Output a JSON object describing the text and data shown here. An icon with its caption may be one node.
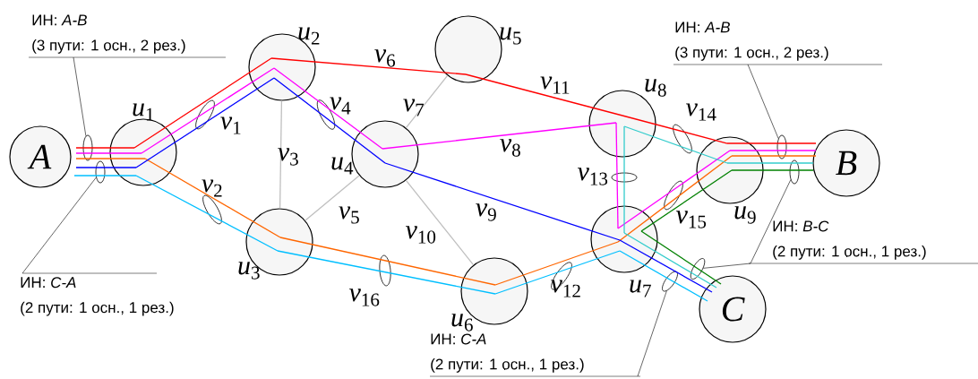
{
  "diagram": {
    "nodes": [
      {
        "text": [
          "ИН: *A-B*",
          "(3 пути: 1 осн., 2 рез.)"
        ]
      },
      {
        "text": [
          "ИН: *C-A*",
          "(2 пути: 1 осн., 1 рез.)"
        ]
      },
      {
        "text": [
          "A"
        ]
      },
      {
        "text": [],
        "shape": "circle",
        "beside": [
          "*u*$_{1}$"
        ]
      },
      {
        "text": [],
        "shape": "circle",
        "beside": [
          "*u*$_{2}$"
        ]
      },
      {
        "text": [],
        "shape": "circle",
        "beside": [
          "*u*$_{3}$"
        ]
      },
      {
        "text": [],
        "shape": "circle",
        "beside": [
          "*u*$_{4}$"
        ]
      },
      {
        "text": [],
        "shape": "circle",
        "beside": [
          "*u*$_{5}$"
        ]
      },
      {
        "text": [],
        "shape": "circle",
        "beside": [
          "*u*$_{6}$"
        ]
      },
      {
        "text": [],
        "shape": "circle",
        "beside": [
          "*u*$_{7}$"
        ]
      },
      {
        "text": [],
        "shape": "circle",
        "beside": [
          "*u*$_{8}$"
        ]
      },
      {
        "text": [],
        "shape": "circle",
        "beside": [
          "*u*$_{9}$"
        ]
      },
      {
        "text": [
          "B"
        ]
      },
      {
        "text": [
          "C"
        ]
      },
      {
        "text": [
          "ИН: *A-B*",
          "(3 пути: 1 осн., 2 рез.)"
        ]
      },
      {
        "text": [
          "ИН: *B-C*",
          "(2 пути: 1 осн., 1 рез.)"
        ]
      },
      {
        "text": [
          "ИН: *C-A*",
          "(2 пути: 1 осн., 1 рез.)"
        ]
      },
      {
        "text": [],
        "shape": "ellipse"
      },
      {
        "text": [],
        "shape": "ellipse"
      },
      {
        "text": [],
        "shape": "ellipse"
      },
      {
        "text": [],
        "shape": "ellipse"
      },
      {
        "text": [],
        "shape": "ellipse"
      },
      {
        "text": [],
        "shape": "ellipse"
      }
    ],
    "edges": [
      {
        "from": 2,
        "to": 3,
        "arrow": "none",
        "color": "#ff0000"
      },
      {
        "from": 3,
        "to": 4,
        "arrow": "none",
        "color": "#ff0000",
        "label": "*v*$_{1}$"
      },
      {
        "from": 4,
        "to": 7,
        "arrow": "none",
        "color": "#ff0000",
        "label": "*v*$_{6}$"
      },
      {
        "from": 7,
        "to": 10,
        "arrow": "none",
        "color": "#ff0000",
        "label": "*v*$_{11}$"
      },
      {
        "from": 10,
        "to": 11,
        "arrow": "none",
        "color": "#ff0000"
      },
      {
        "from": 11,
        "to": 12,
        "arrow": "none",
        "color": "#ff0000"
      },
      {
        "from": 2,
        "to": 3,
        "arrow": "none",
        "color": "#ff00ff"
      },
      {
        "from": 3,
        "to": 4,
        "arrow": "none",
        "color": "#ff00ff"
      },
      {
        "from": 4,
        "to": 6,
        "arrow": "none",
        "color": "#ff00ff",
        "label": "*v*$_{4}$"
      },
      {
        "from": 6,
        "to": 10,
        "arrow": "none",
        "color": "#ff00ff",
        "label": "*v*$_{8}$"
      },
      {
        "from": 10,
        "to": 9,
        "arrow": "none",
        "color": "#ff00ff",
        "label": "*v*$_{13}$"
      },
      {
        "from": 9,
        "to": 11,
        "arrow": "none",
        "color": "#ff00ff",
        "label": "*v*$_{15}$"
      },
      {
        "from": 11,
        "to": 12,
        "arrow": "none",
        "color": "#ff00ff"
      },
      {
        "from": 2,
        "to": 3,
        "arrow": "none",
        "color": "#ff6600"
      },
      {
        "from": 3,
        "to": 5,
        "arrow": "none",
        "color": "#ff6600",
        "label": "*v*$_{2}$"
      },
      {
        "from": 5,
        "to": 8,
        "arrow": "none",
        "color": "#ff6600",
        "label": "*v*$_{16}$"
      },
      {
        "from": 8,
        "to": 9,
        "arrow": "none",
        "color": "#ff6600",
        "label": "*v*$_{12}$"
      },
      {
        "from": 9,
        "to": 11,
        "arrow": "none",
        "color": "#ff6600"
      },
      {
        "from": 11,
        "to": 12,
        "arrow": "none",
        "color": "#ff6600"
      },
      {
        "from": 2,
        "to": 3,
        "arrow": "none",
        "color": "#0000ff"
      },
      {
        "from": 3,
        "to": 4,
        "arrow": "none",
        "color": "#0000ff"
      },
      {
        "from": 4,
        "to": 6,
        "arrow": "none",
        "color": "#0000ff"
      },
      {
        "from": 6,
        "to": 9,
        "arrow": "none",
        "color": "#0000ff",
        "label": "*v*$_{9}$"
      },
      {
        "from": 9,
        "to": 13,
        "arrow": "none",
        "color": "#0000ff"
      },
      {
        "from": 2,
        "to": 3,
        "arrow": "none",
        "color": "#00bfff"
      },
      {
        "from": 3,
        "to": 5,
        "arrow": "none",
        "color": "#00bfff"
      },
      {
        "from": 5,
        "to": 8,
        "arrow": "none",
        "color": "#00bfff"
      },
      {
        "from": 8,
        "to": 9,
        "arrow": "none",
        "color": "#00bfff"
      },
      {
        "from": 9,
        "to": 13,
        "arrow": "none",
        "color": "#00bfff"
      },
      {
        "from": 12,
        "to": 11,
        "arrow": "none",
        "color": "#33cccc"
      },
      {
        "from": 11,
        "to": 10,
        "arrow": "none",
        "color": "#33cccc",
        "label": "*v*$_{14}$"
      },
      {
        "from": 10,
        "to": 9,
        "arrow": "none",
        "color": "#33cccc"
      },
      {
        "from": 9,
        "to": 13,
        "arrow": "none",
        "color": "#33cccc"
      },
      {
        "from": 12,
        "to": 11,
        "arrow": "none",
        "color": "#008000"
      },
      {
        "from": 11,
        "to": 9,
        "arrow": "none",
        "color": "#008000"
      },
      {
        "from": 9,
        "to": 13,
        "arrow": "none",
        "color": "#008000"
      },
      {
        "from": 4,
        "to": 5,
        "arrow": "none",
        "color": "#bfbfbf",
        "label": "*v*$_{3}$"
      },
      {
        "from": 5,
        "to": 6,
        "arrow": "none",
        "color": "#bfbfbf",
        "label": "*v*$_{5}$"
      },
      {
        "from": 6,
        "to": 7,
        "arrow": "none",
        "color": "#bfbfbf",
        "label": "*v*$_{7}$"
      },
      {
        "from": 6,
        "to": 8,
        "arrow": "none",
        "color": "#bfbfbf",
        "label": "*v*$_{10}$"
      },
      {
        "from": 0,
        "to": 17,
        "arrow": "none",
        "color": "#000000"
      },
      {
        "from": 1,
        "to": 18,
        "arrow": "none",
        "color": "#000000"
      },
      {
        "from": 14,
        "to": 19,
        "arrow": "none",
        "color": "#000000"
      },
      {
        "from": 15,
        "to": 20,
        "arrow": "none",
        "color": "#000000"
      },
      {
        "from": 15,
        "to": 21,
        "arrow": "none",
        "color": "#000000"
      },
      {
        "from": 16,
        "to": 22,
        "arrow": "none",
        "color": "#000000"
      }
    ]
  }
}
